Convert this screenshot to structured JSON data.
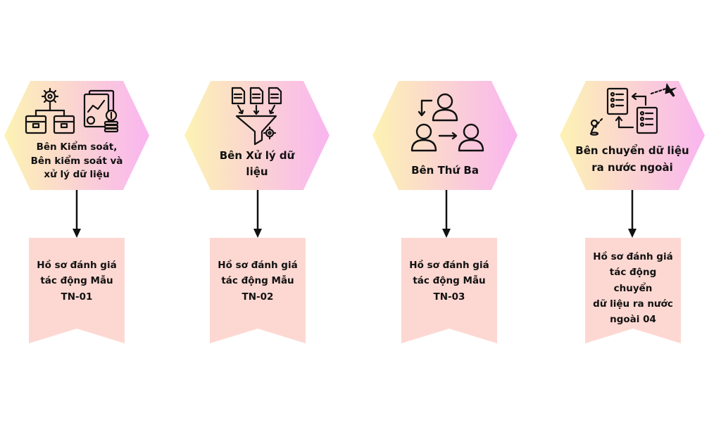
{
  "columns": [
    {
      "title_lines": [
        "Bên Kiểm soát,",
        "Bên kiểm soát và",
        "xử lý dữ liệu"
      ],
      "icon": "controller-processor-icon",
      "document_lines": [
        "Hồ sơ đánh giá",
        "tác động Mẫu",
        "TN-01"
      ]
    },
    {
      "title_lines": [
        "Bên Xử lý dữ",
        "liệu"
      ],
      "icon": "document-funnel-icon",
      "document_lines": [
        "Hồ sơ đánh giá",
        "tác động Mẫu",
        "TN-02"
      ]
    },
    {
      "title_lines": [
        "Bên Thứ Ba"
      ],
      "icon": "third-party-users-icon",
      "document_lines": [
        "Hồ sơ đánh giá",
        "tác động Mẫu",
        "TN-03"
      ]
    },
    {
      "title_lines": [
        "Bên chuyển dữ liệu",
        "ra nước ngoài"
      ],
      "icon": "overseas-transfer-icon",
      "document_lines": [
        "Hồ sơ đánh giá",
        "tác động chuyển",
        "dữ liệu ra nước",
        "ngoài 04"
      ]
    }
  ],
  "colors": {
    "hex_gradient_start": "#fdf3b3",
    "hex_gradient_mid": "#fbd6cf",
    "hex_gradient_end": "#f9b5f0",
    "banner": "#fdd8d2",
    "ink": "#111111"
  }
}
